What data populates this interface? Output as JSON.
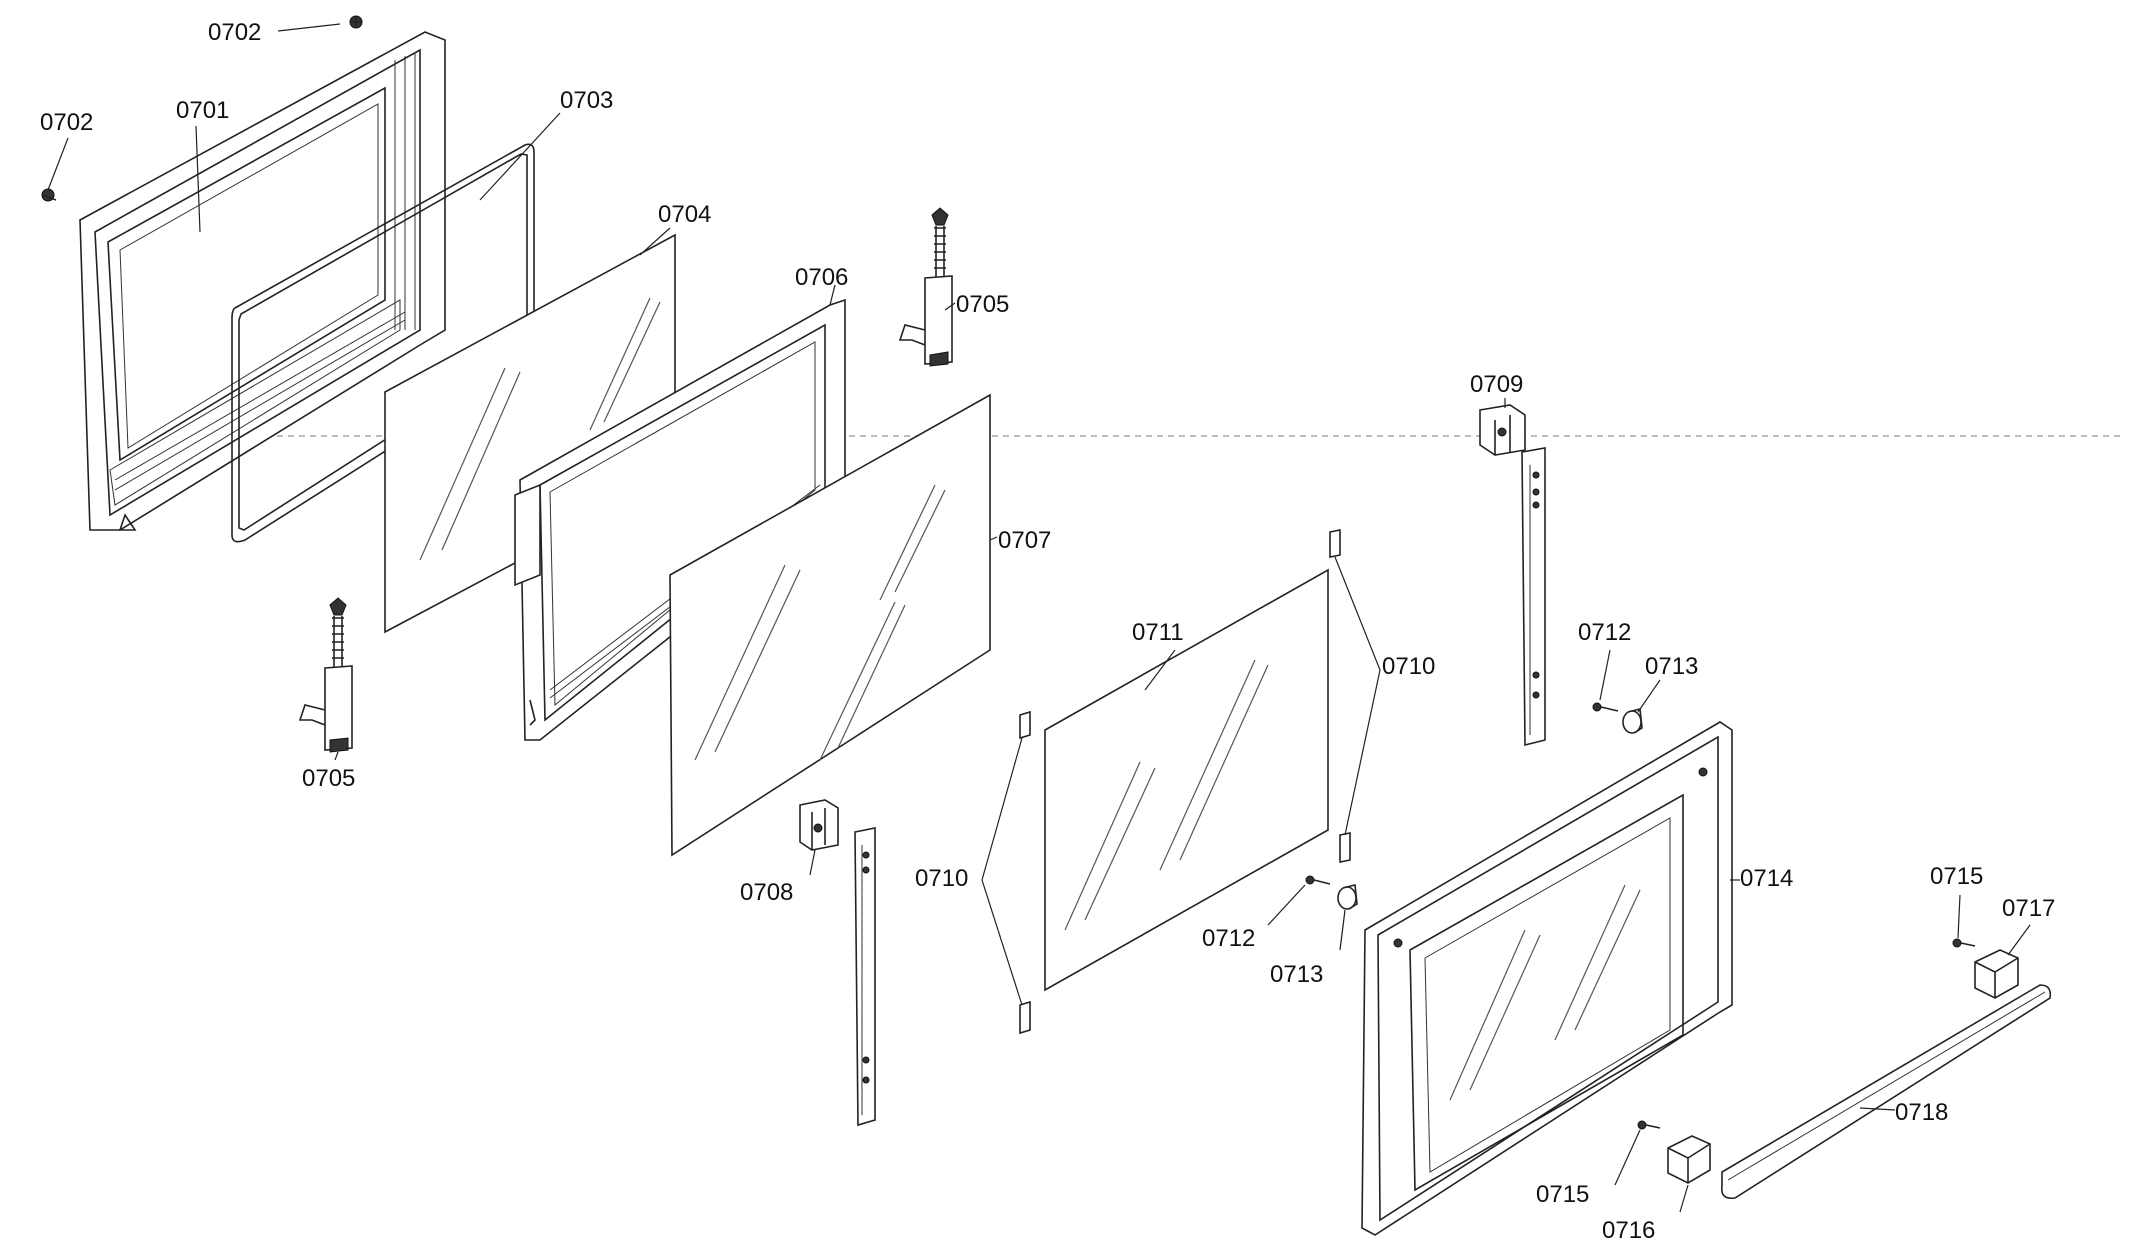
{
  "diagram": {
    "labels": {
      "p0701": "0701",
      "p0702a": "0702",
      "p0702b": "0702",
      "p0703": "0703",
      "p0704": "0704",
      "p0705a": "0705",
      "p0705b": "0705",
      "p0706": "0706",
      "p0707": "0707",
      "p0708": "0708",
      "p0709": "0709",
      "p0710a": "0710",
      "p0710b": "0710",
      "p0711": "0711",
      "p0712a": "0712",
      "p0712b": "0712",
      "p0713a": "0713",
      "p0713b": "0713",
      "p0714": "0714",
      "p0715a": "0715",
      "p0715b": "0715",
      "p0716": "0716",
      "p0717": "0717",
      "p0718": "0718"
    }
  }
}
